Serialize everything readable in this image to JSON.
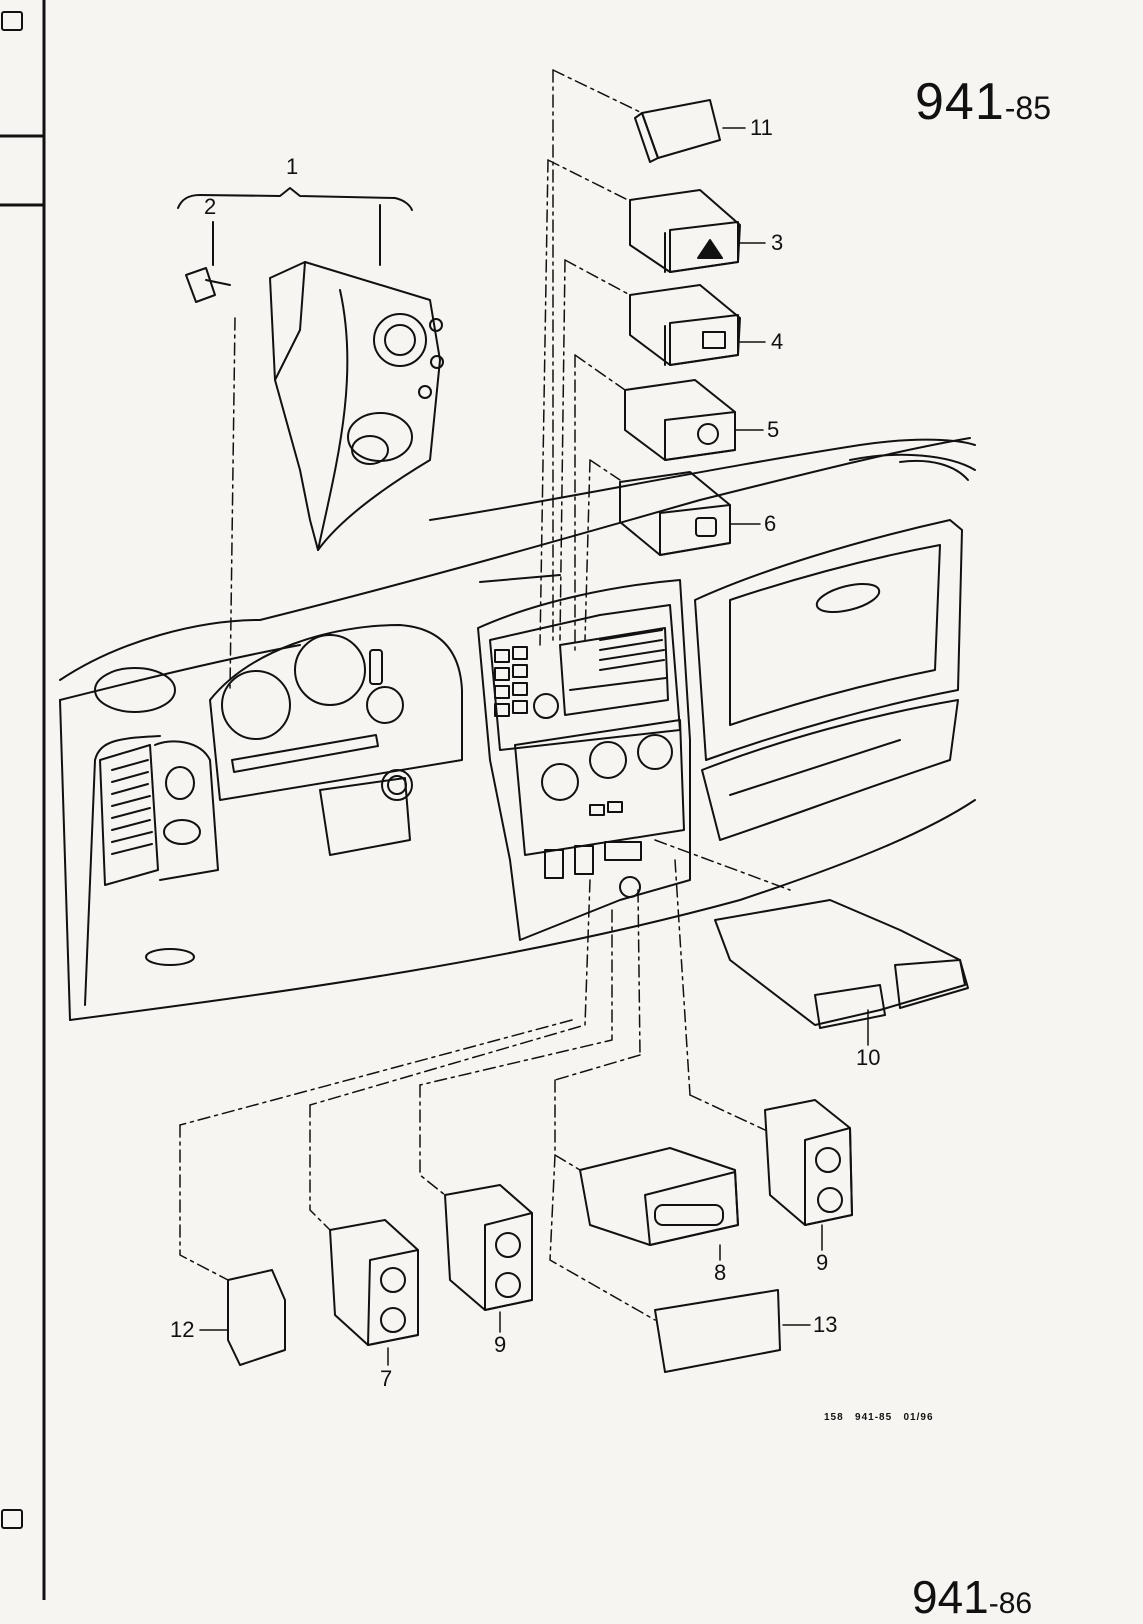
{
  "diagram": {
    "page_code": {
      "main": "941",
      "suffix": "-85"
    },
    "next_page_code": {
      "main": "941",
      "suffix": "-86"
    },
    "footer": "158   941-85   01/96",
    "callouts": [
      {
        "id": "c1",
        "text": "1"
      },
      {
        "id": "c2",
        "text": "2"
      },
      {
        "id": "c3",
        "text": "3"
      },
      {
        "id": "c4",
        "text": "4"
      },
      {
        "id": "c5",
        "text": "5"
      },
      {
        "id": "c6",
        "text": "6"
      },
      {
        "id": "c7",
        "text": "7"
      },
      {
        "id": "c8",
        "text": "8"
      },
      {
        "id": "c9a",
        "text": "9"
      },
      {
        "id": "c9b",
        "text": "9"
      },
      {
        "id": "c10",
        "text": "10"
      },
      {
        "id": "c11",
        "text": "11"
      },
      {
        "id": "c12",
        "text": "12"
      },
      {
        "id": "c13",
        "text": "13"
      }
    ]
  }
}
